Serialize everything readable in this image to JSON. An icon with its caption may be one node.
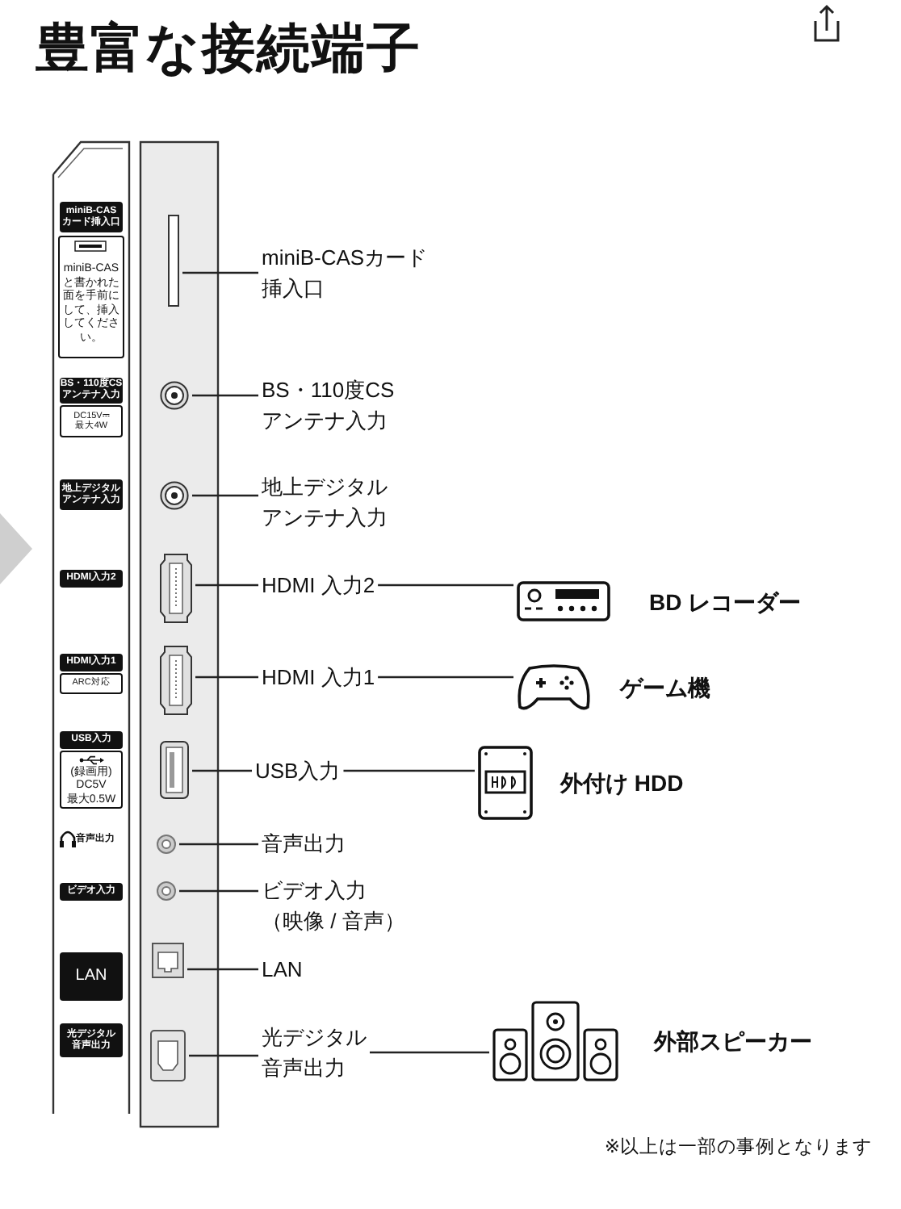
{
  "diagram": {
    "title": "豊富な接続端子",
    "nodes": [
      {
        "text": [],
        "shape": "box"
      },
      {
        "text": [
          "miniB-CASカード挿入口"
        ]
      },
      {
        "text": [],
        "shape": "circle"
      },
      {
        "text": [
          "BS・110度CSアンテナ入力"
        ]
      },
      {
        "text": [],
        "shape": "circle"
      },
      {
        "text": [
          "地上デジタルアンテナ入力"
        ]
      },
      {
        "text": [],
        "shape": "box"
      },
      {
        "text": [
          "HDMI 入力2"
        ]
      },
      {
        "text": [],
        "shape": "picture",
        "beside": [
          "BD レコーダー"
        ]
      },
      {
        "text": [],
        "shape": "box"
      },
      {
        "text": [
          "HDMI 入力1"
        ]
      },
      {
        "text": [],
        "shape": "picture",
        "beside": [
          "ゲーム機"
        ]
      },
      {
        "text": [],
        "shape": "box"
      },
      {
        "text": [
          "USB入力"
        ]
      },
      {
        "text": [],
        "shape": "picture",
        "beside": [
          "外付け HDD"
        ]
      },
      {
        "text": [],
        "shape": "circle"
      },
      {
        "text": [
          "音声出力"
        ]
      },
      {
        "text": [],
        "shape": "circle"
      },
      {
        "text": [
          "ビデオ入力（映像 / 音声）"
        ]
      },
      {
        "text": [],
        "shape": "box"
      },
      {
        "text": [
          "LAN"
        ]
      },
      {
        "text": [],
        "shape": "box"
      },
      {
        "text": [
          "光デジタル音声出力"
        ]
      },
      {
        "text": [],
        "shape": "picture",
        "beside": [
          "外部スピーカー"
        ]
      }
    ],
    "edges": [
      {
        "from": 0,
        "to": 1,
        "arrow": "none"
      },
      {
        "from": 2,
        "to": 3,
        "arrow": "none"
      },
      {
        "from": 4,
        "to": 5,
        "arrow": "none"
      },
      {
        "from": 6,
        "to": 7,
        "arrow": "none"
      },
      {
        "from": 7,
        "to": 8,
        "arrow": "none"
      },
      {
        "from": 9,
        "to": 10,
        "arrow": "none"
      },
      {
        "from": 10,
        "to": 11,
        "arrow": "none"
      },
      {
        "from": 12,
        "to": 13,
        "arrow": "none"
      },
      {
        "from": 13,
        "to": 14,
        "arrow": "none"
      },
      {
        "from": 15,
        "to": 16,
        "arrow": "none"
      },
      {
        "from": 17,
        "to": 18,
        "arrow": "none"
      },
      {
        "from": 19,
        "to": 20,
        "arrow": "none"
      },
      {
        "from": 21,
        "to": 22,
        "arrow": "none"
      },
      {
        "from": 22,
        "to": 23,
        "arrow": "none"
      }
    ],
    "labels": [
      "miniB-CASカード挿入口",
      "miniB-CASと書かれた面を手前にして、挿入してください。",
      "BS・110度CSアンテナ入力",
      "DC15V⎓最大4W",
      "地上デジタルアンテナ入力",
      "HDMI入力2",
      "HDMI入力1",
      "ARC対応",
      "USB入力",
      "(録画用)DC5V最大0.5W",
      "音声出力",
      "ビデオ入力",
      "LAN",
      "光デジタル音声出力",
      "※以上は一部の事例となります"
    ]
  }
}
